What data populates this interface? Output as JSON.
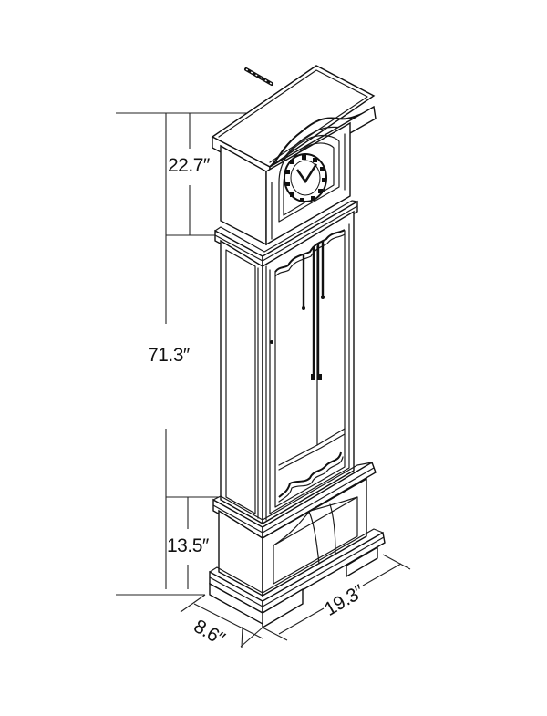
{
  "figure": {
    "subject": "Grandfather clock dimension drawing",
    "dimensions": {
      "hood_height": "22.7″",
      "total_height": "71.3″",
      "base_height": "13.5″",
      "depth": "8.6″",
      "width": "19.3″"
    }
  }
}
